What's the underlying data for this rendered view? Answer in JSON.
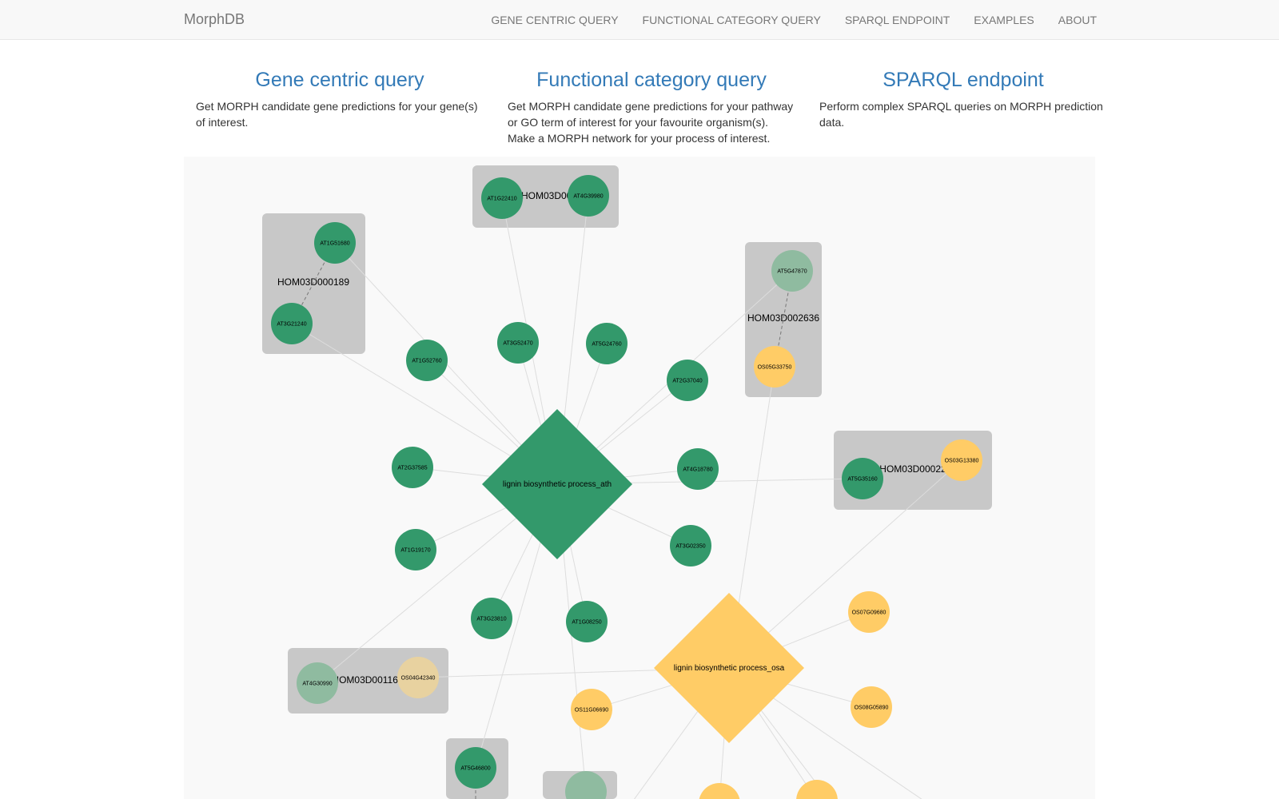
{
  "nav": {
    "brand": "MorphDB",
    "items": [
      "GENE CENTRIC QUERY",
      "FUNCTIONAL CATEGORY QUERY",
      "SPARQL ENDPOINT",
      "EXAMPLES",
      "ABOUT"
    ]
  },
  "features": [
    {
      "title": "Gene centric query",
      "description": "Get MORPH candidate gene predictions for your gene(s) of interest."
    },
    {
      "title": "Functional category query",
      "description": "Get MORPH candidate gene predictions for your pathway or GO term of interest for your favourite organism(s). Make a MORPH network for your process of interest."
    },
    {
      "title": "SPARQL endpoint",
      "description": "Perform complex SPARQL queries on MORPH prediction data."
    }
  ],
  "colors": {
    "ath": "#33996b",
    "ath_light": "#8fbba0",
    "osa": "#ffcc66",
    "osa_light": "#e8d2a0",
    "group": "#c8c8c8",
    "edge": "#dddddd",
    "link": "#337ab7"
  },
  "network": {
    "hubs": [
      {
        "id": "ath",
        "label": "lignin biosynthetic process_ath",
        "color": "ath"
      },
      {
        "id": "osa",
        "label": "lignin biosynthetic process_osa",
        "color": "osa"
      }
    ],
    "groups": [
      {
        "label": "HOM03D001"
      },
      {
        "label": "HOM03D000189"
      },
      {
        "label": "HOM03D002636"
      },
      {
        "label": "HOM03D00022"
      },
      {
        "label": "HOM03D001169"
      },
      {
        "label": ""
      },
      {
        "label": ""
      }
    ],
    "genes": [
      {
        "label": "AT1G22410",
        "color": "ath"
      },
      {
        "label": "AT4G39980",
        "color": "ath"
      },
      {
        "label": "AT1G51680",
        "color": "ath"
      },
      {
        "label": "AT3G21240",
        "color": "ath"
      },
      {
        "label": "AT5G47870",
        "color": "ath_light"
      },
      {
        "label": "OS05G33750",
        "color": "osa"
      },
      {
        "label": "AT1G52760",
        "color": "ath"
      },
      {
        "label": "AT3G52470",
        "color": "ath"
      },
      {
        "label": "AT5G24760",
        "color": "ath"
      },
      {
        "label": "AT2G37040",
        "color": "ath"
      },
      {
        "label": "AT2G37585",
        "color": "ath"
      },
      {
        "label": "AT4G18780",
        "color": "ath"
      },
      {
        "label": "AT5G35160",
        "color": "ath"
      },
      {
        "label": "OS03G13380",
        "color": "osa"
      },
      {
        "label": "AT1G19170",
        "color": "ath"
      },
      {
        "label": "AT3G02350",
        "color": "ath"
      },
      {
        "label": "AT3G23810",
        "color": "ath"
      },
      {
        "label": "AT1G08250",
        "color": "ath"
      },
      {
        "label": "OS07G09680",
        "color": "osa"
      },
      {
        "label": "AT4G30990",
        "color": "ath_light"
      },
      {
        "label": "OS04G42340",
        "color": "osa_light"
      },
      {
        "label": "OS11G06690",
        "color": "osa"
      },
      {
        "label": "OS08G05890",
        "color": "osa"
      },
      {
        "label": "AT5G46800",
        "color": "ath"
      },
      {
        "label": "",
        "color": "ath_light"
      },
      {
        "label": "",
        "color": "osa"
      },
      {
        "label": "",
        "color": "osa"
      }
    ]
  }
}
